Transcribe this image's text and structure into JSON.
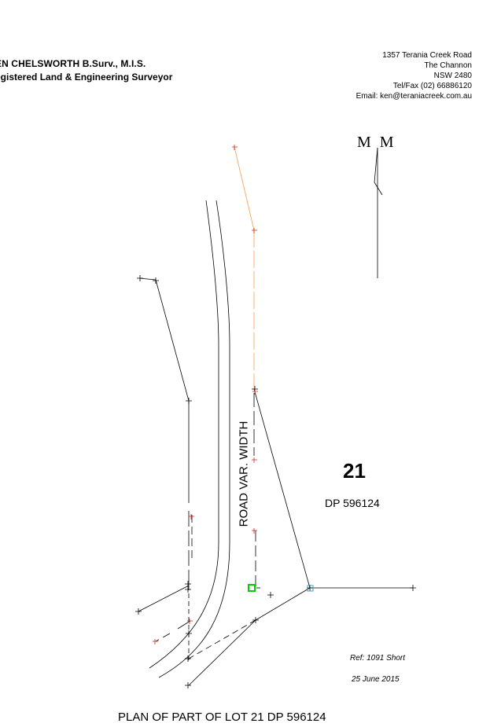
{
  "header": {
    "company_name": "EN CHELSWORTH B.Surv., M.I.S.",
    "company_subtitle": "egistered Land & Engineering Surveyor",
    "address_lines": [
      "1357 Terania Creek Road",
      "The Channon",
      "NSW 2480",
      "Tel/Fax (02) 66886120",
      "Email: ken@teraniacreek.com.au"
    ]
  },
  "plan": {
    "north_label": "M M",
    "road_label": "ROAD VAR. WIDTH",
    "lot_number": "21",
    "lot_dp": "DP 596124",
    "ref": "Ref: 1091 Short",
    "date": "25 June 2015",
    "title": "PLAN OF PART OF LOT 21 DP 596124"
  },
  "colors": {
    "linework": "#000000",
    "orange_line": "#f0a050",
    "red_marks": "#c03020",
    "green_marker": "#00cc00",
    "cyan_marker": "#40a0c0"
  }
}
